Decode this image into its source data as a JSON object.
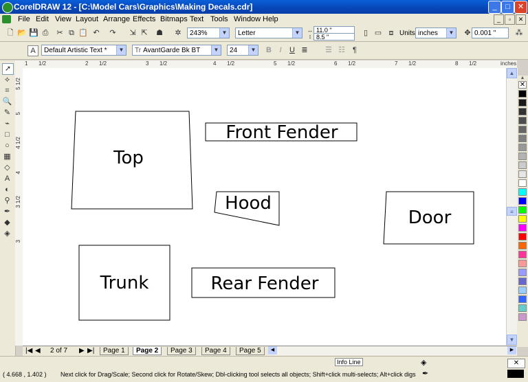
{
  "window": {
    "title": "CorelDRAW 12 - [C:\\Model Cars\\Graphics\\Making Decals.cdr]",
    "minimize": "_",
    "maximize": "□",
    "close": "✕"
  },
  "menu": {
    "items": [
      "File",
      "Edit",
      "View",
      "Layout",
      "Arrange",
      "Effects",
      "Bitmaps",
      "Text",
      "Tools",
      "Window",
      "Help"
    ],
    "doc_minimize": "_",
    "doc_restore": "▫",
    "doc_close": "✕"
  },
  "standard_toolbar": {
    "zoom": "243%",
    "paper_size": "Letter",
    "page_width": "11.0 \"",
    "page_height": "8.5 \"",
    "units_label": "Units:",
    "units": "inches",
    "nudge": "0.001 \""
  },
  "text_toolbar": {
    "style": "Default Artistic Text *",
    "font": "AvantGarde Bk BT",
    "font_glyph": "Tr",
    "size": "24"
  },
  "ruler": {
    "units": "inches",
    "h_labels": [
      "1",
      "1/2",
      "2",
      "1/2",
      "3",
      "1/2",
      "4",
      "1/2",
      "5",
      "1/2",
      "6",
      "1/2",
      "7",
      "1/2",
      "8",
      "1/2"
    ],
    "v_labels": [
      "5 1/2",
      "5",
      "4 1/2",
      "4",
      "3 1/2",
      "3"
    ]
  },
  "shapes": [
    {
      "label": "Top"
    },
    {
      "label": "Front Fender"
    },
    {
      "label": "Hood"
    },
    {
      "label": "Door"
    },
    {
      "label": "Trunk"
    },
    {
      "label": "Rear Fender"
    }
  ],
  "pages": {
    "counter": "2 of 7",
    "tabs": [
      "Page 1",
      "Page 2",
      "Page 3",
      "Page 4",
      "Page 5"
    ],
    "active_tab": "Page 2"
  },
  "status": {
    "info_button": "Info Line",
    "coordinates": "( 4.668 , 1.402 )",
    "hint": "Next click for Drag/Scale; Second click for Rotate/Skew; Dbl-clicking tool selects all objects; Shift+click multi-selects; Alt+click digs"
  },
  "colors": {
    "title_bar": "#0845b8",
    "palette": [
      "#ffffff",
      "#000000",
      "#1a1a1a",
      "#333333",
      "#4d4d4d",
      "#666666",
      "#808080",
      "#999999",
      "#b3b3b3",
      "#cccccc",
      "#e6e6e6",
      "#ffffff",
      "#00ffff",
      "#0000ff",
      "#00ff00",
      "#ffff00",
      "#ff00ff",
      "#ff0000",
      "#ff6600",
      "#ff3399",
      "#ff9999",
      "#9999ff",
      "#6666cc",
      "#99ccff",
      "#3366ff",
      "#66cccc",
      "#cc99cc"
    ]
  }
}
